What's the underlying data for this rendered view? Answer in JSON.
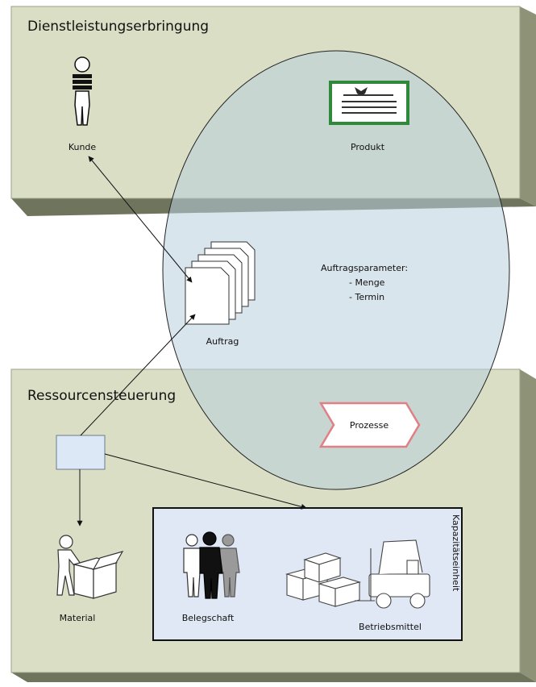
{
  "top_panel": {
    "title": "Dienstleistungserbringung"
  },
  "bottom_panel": {
    "title": "Ressourcensteuerung"
  },
  "labels": {
    "kunde": "Kunde",
    "produkt": "Produkt",
    "auftrag": "Auftrag",
    "material": "Material",
    "belegschaft": "Belegschaft",
    "betriebsmittel": "Betriebsmittel",
    "kapazitaet": "Kapazitätseinheit",
    "prozesse": "Prozesse"
  },
  "order_parameters": {
    "heading": "Auftragsparameter:",
    "items": [
      "- Menge",
      "- Termin"
    ]
  },
  "colors": {
    "panel_fill": "#d9dec5",
    "panel_side": "#8e9378",
    "ellipse_fill": "#c8dbe6",
    "box_fill": "#dde8f6",
    "prozesse_border": "#e07f85"
  }
}
